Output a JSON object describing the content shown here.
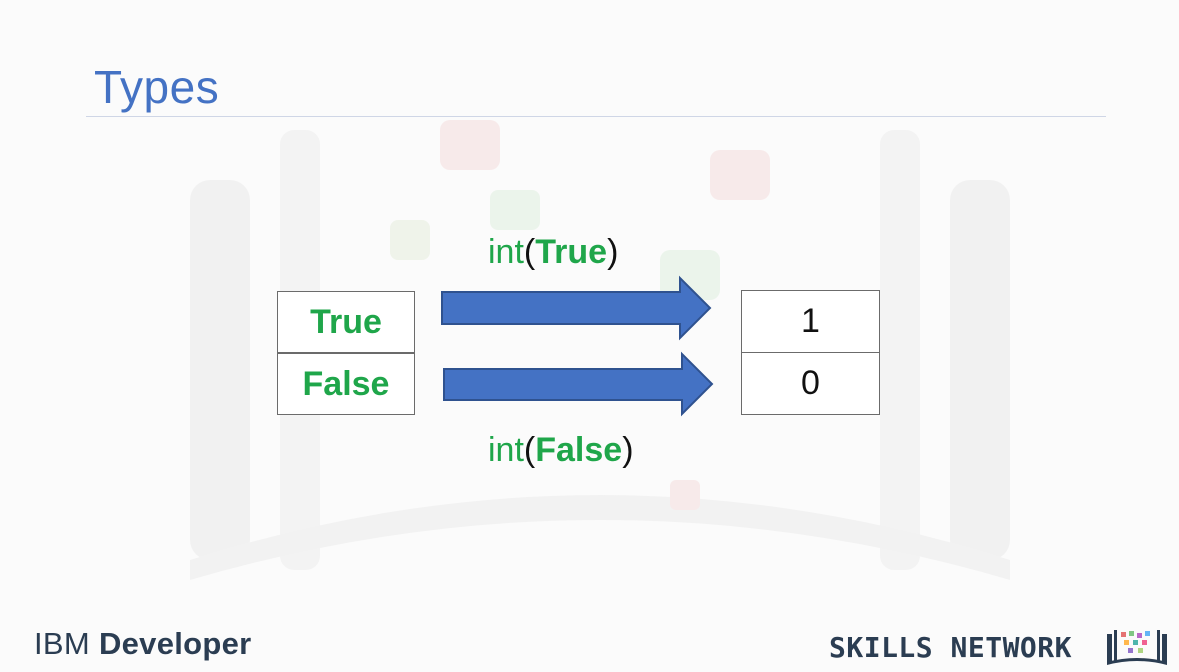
{
  "slide": {
    "title": "Types"
  },
  "diagram": {
    "boolean_values": [
      "True",
      "False"
    ],
    "integer_values": [
      "1",
      "0"
    ],
    "conversions": [
      {
        "func": "int",
        "open": "(",
        "arg": "True",
        "close": ")"
      },
      {
        "func": "int",
        "open": "(",
        "arg": "False",
        "close": ")"
      }
    ]
  },
  "footer": {
    "brand_light": "IBM",
    "brand_bold": "Developer",
    "network_label": "SKILLS NETWORK"
  },
  "colors": {
    "title_blue": "#4472c4",
    "python_green": "#1fa64a",
    "arrow_blue": "#4472c4",
    "footer_navy": "#2b3d52"
  }
}
